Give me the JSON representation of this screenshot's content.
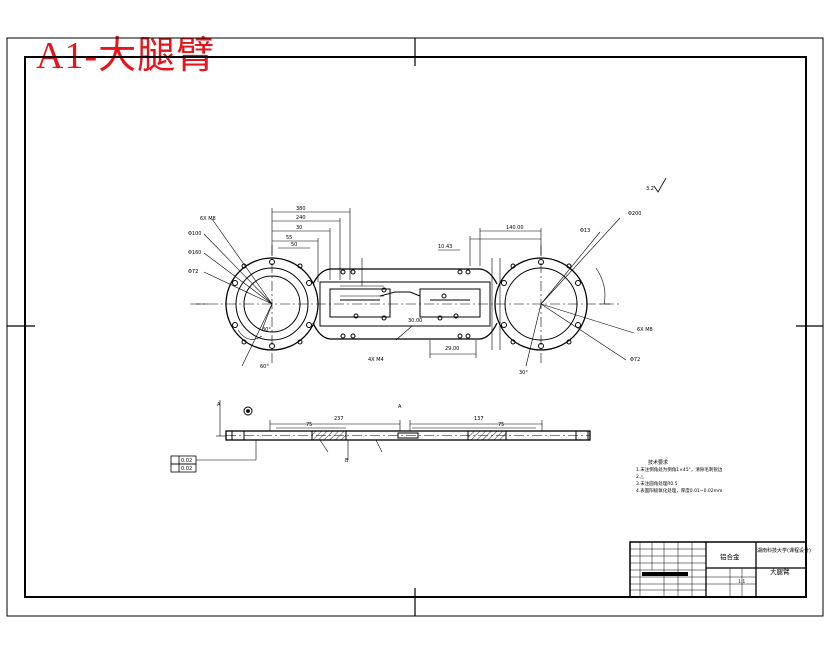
{
  "sheet_title": "A1-大腿臂",
  "material": "铝合金",
  "school": "湖南科技大学(课程设计)",
  "part_name": "大腿臂",
  "scale_label": "1:1",
  "tech_requirements_title": "技术要求",
  "tech_requirements": [
    "1.未注倒角处为倒角1×45°，清除毛刺锐边",
    "2.△",
    "3.未注圆角处理R0.5",
    "4.表面阳极氧化处理，厚度0.01~0.02mm"
  ],
  "dims": {
    "d_outer": "Φ200",
    "d_right_outer": "Φ200",
    "d_hole_left": "Φ100",
    "d_pcd": "Φ160",
    "d_inner": "Φ72",
    "d_small": "Φ13",
    "d_right_small": "Φ72",
    "pcd_right": "Φ13",
    "mx_left": "6X M8",
    "mx_right": "6X M8",
    "mx_bottom": "4X M4",
    "len_a": "380",
    "len_b": "240",
    "len_c": "30",
    "len_d": "55",
    "len_e": "10.43",
    "len_f": "140.00",
    "len_g": "50",
    "len_h": "29.00",
    "len_i": "30.00",
    "angle_a": "30°",
    "angle_b": "60°",
    "angle_c": "30°",
    "side_len1": "237",
    "side_len2": "137",
    "side_h1": "75",
    "side_h2": "75",
    "fc1": "0.02",
    "fc2": "0.02",
    "datum": "A",
    "roughness": "3.2",
    "side_a": "A",
    "side_b": "B"
  },
  "colors": {
    "title": "#e8141b",
    "line": "#000000"
  }
}
